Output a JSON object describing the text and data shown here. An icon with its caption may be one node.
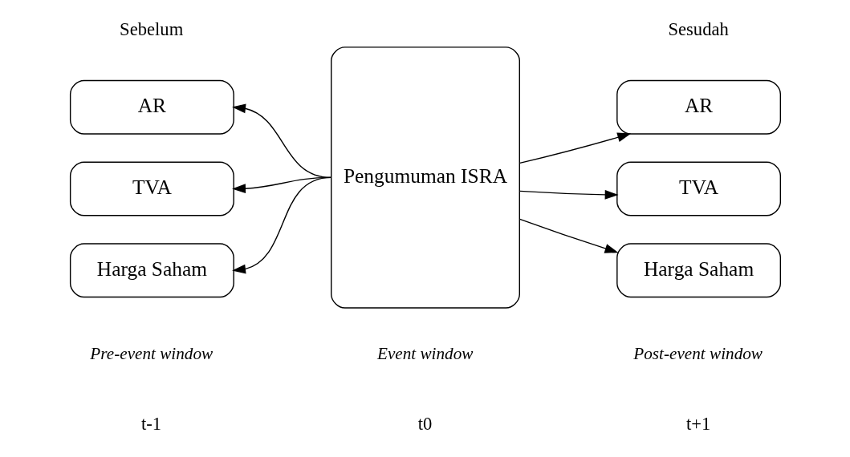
{
  "diagram": {
    "nodes": [
      {
        "text": [
          "Pengumuman ISRA"
        ]
      },
      {
        "text": [
          "AR"
        ]
      },
      {
        "text": [
          "TVA"
        ]
      },
      {
        "text": [
          "Harga Saham"
        ]
      },
      {
        "text": [
          "AR"
        ]
      },
      {
        "text": [
          "TVA"
        ]
      },
      {
        "text": [
          "Harga Saham"
        ]
      }
    ],
    "edges": [
      {
        "from": 0,
        "to": 1,
        "arrow": "to"
      },
      {
        "from": 0,
        "to": 2,
        "arrow": "to"
      },
      {
        "from": 0,
        "to": 3,
        "arrow": "to"
      },
      {
        "from": 0,
        "to": 4,
        "arrow": "to"
      },
      {
        "from": 0,
        "to": 5,
        "arrow": "to"
      },
      {
        "from": 0,
        "to": 6,
        "arrow": "to"
      }
    ],
    "labels": [
      "Sebelum",
      "Sesudah",
      "Pre-event window",
      "Event window",
      "Post-event window",
      "t-1",
      "t0",
      "t+1"
    ]
  }
}
